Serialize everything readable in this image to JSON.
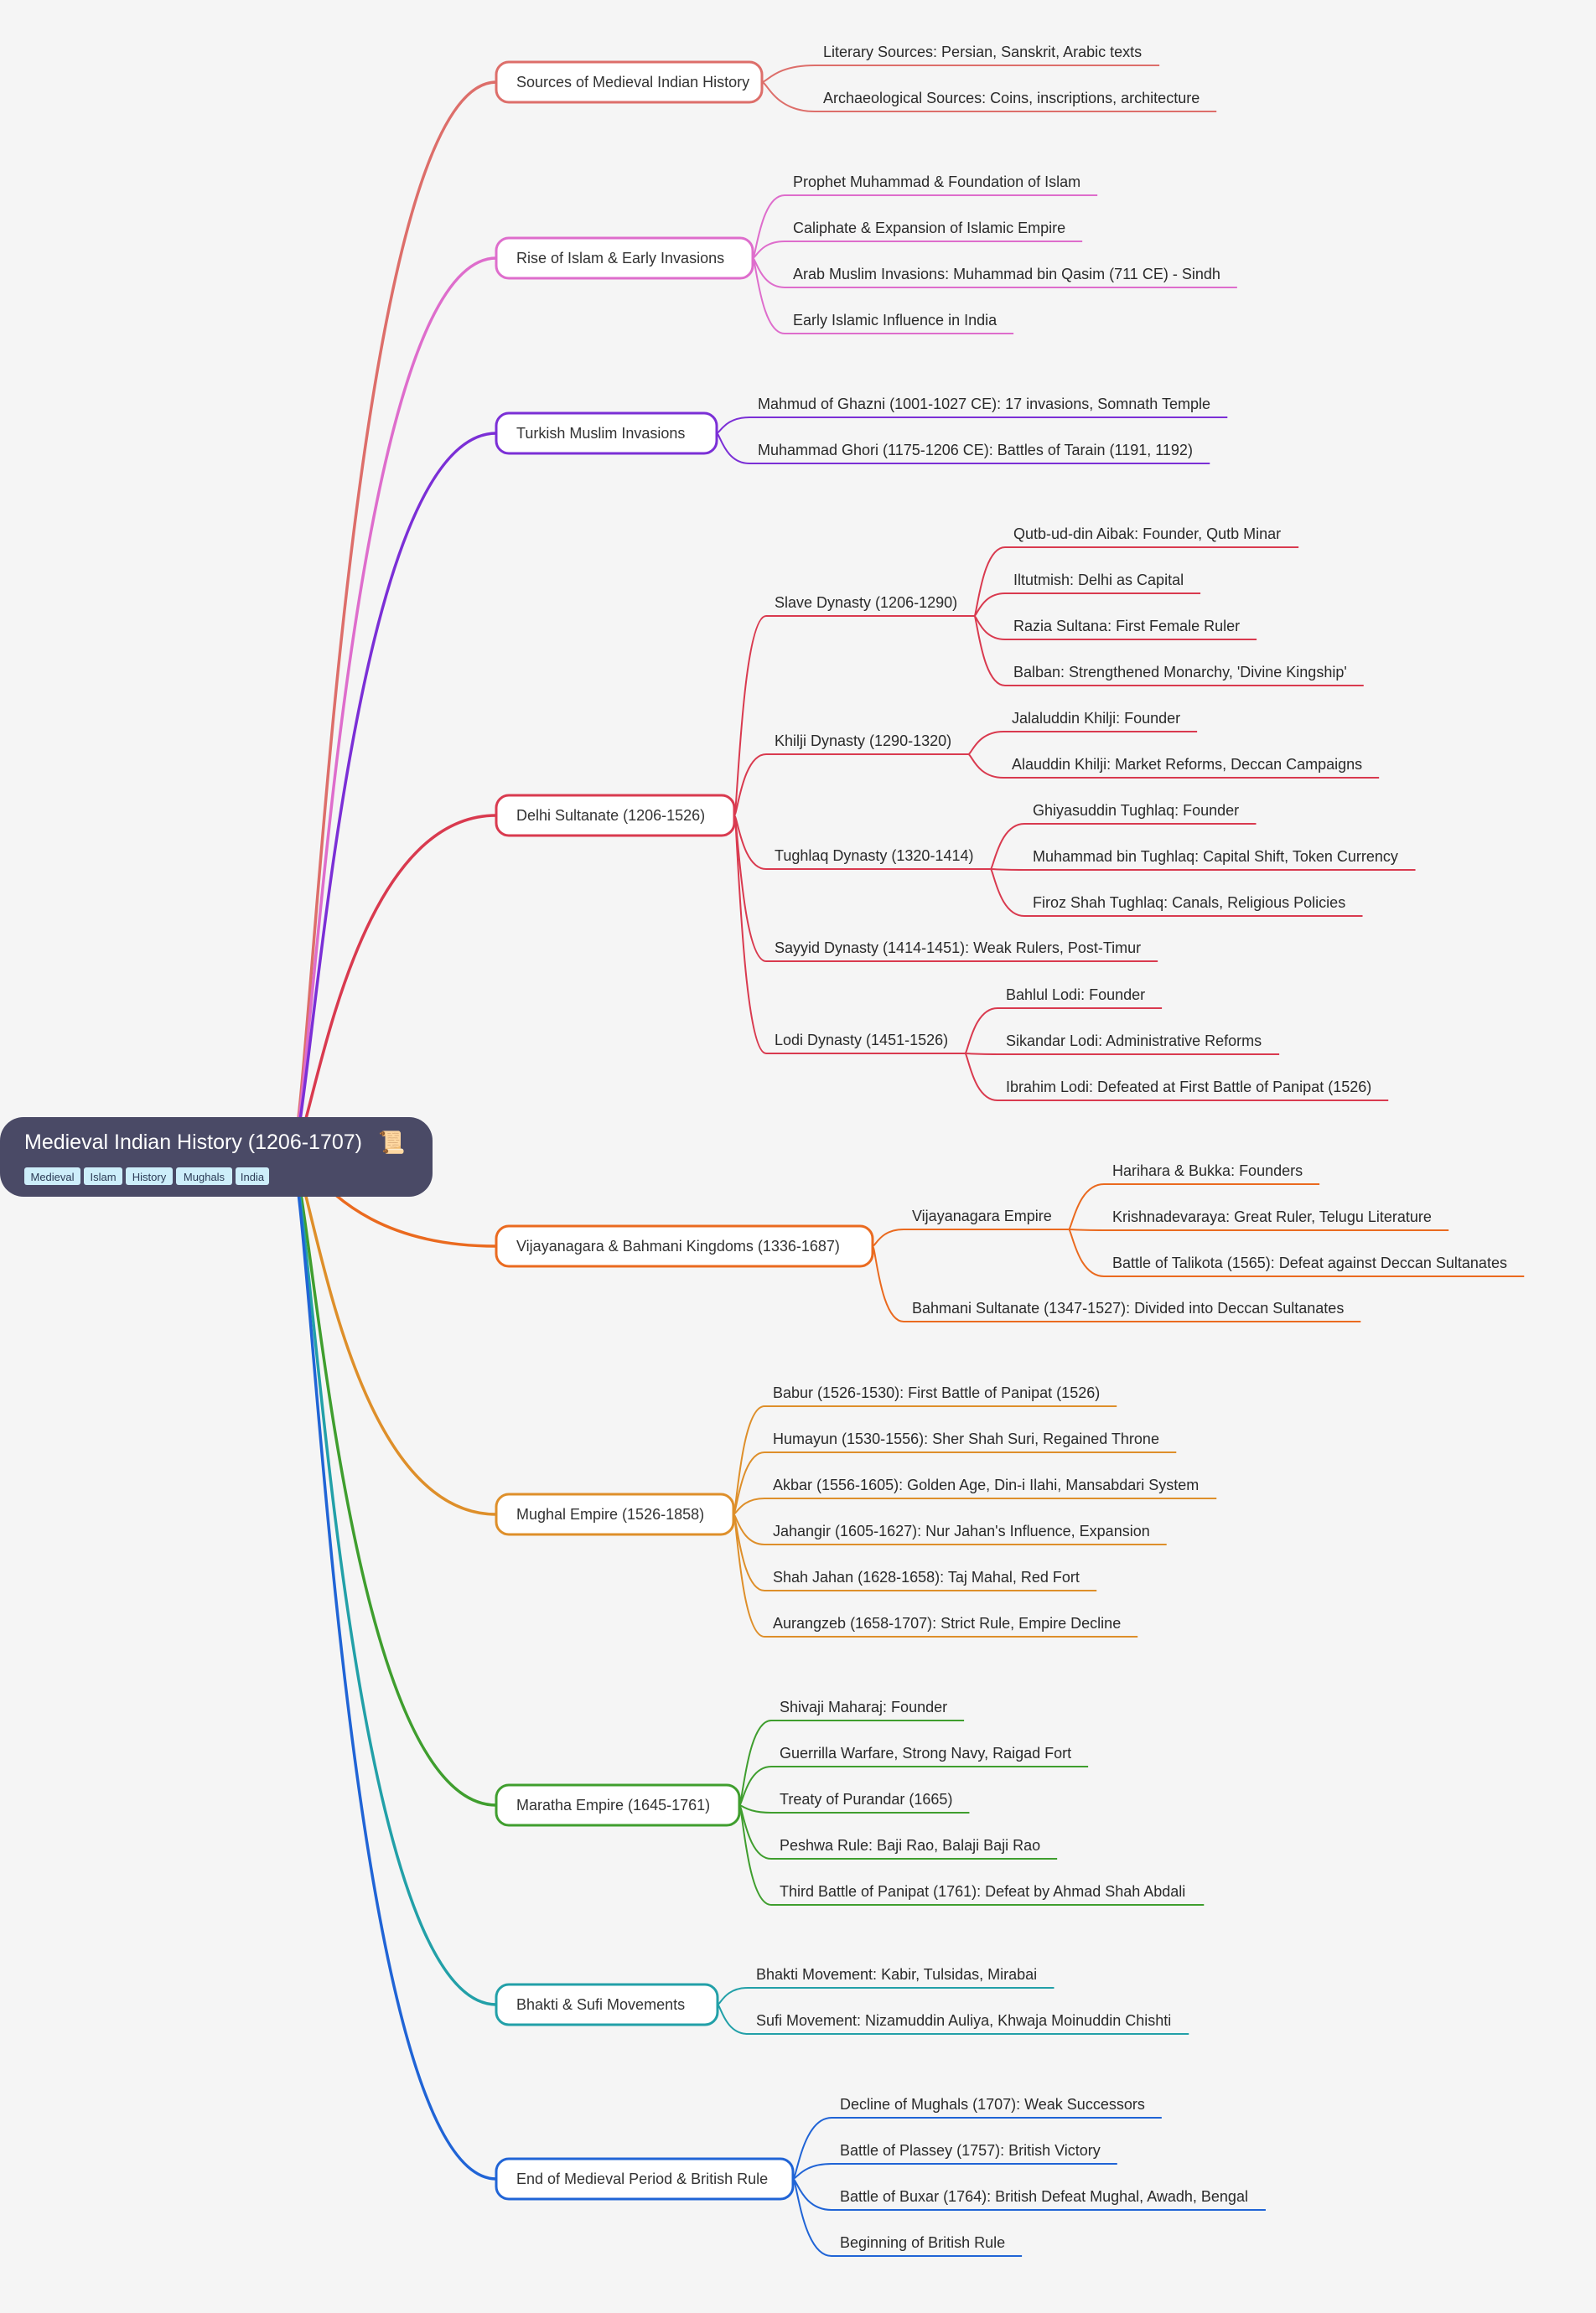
{
  "root": {
    "title": "Medieval Indian History (1206-1707)",
    "emoji": "📜",
    "tags": [
      "Medieval",
      "Islam",
      "History",
      "Mughals",
      "India"
    ]
  },
  "branches": [
    {
      "label": "Sources of Medieval Indian History",
      "color": "#dd6e6a",
      "children": [
        {
          "label": "Literary Sources: Persian, Sanskrit, Arabic texts"
        },
        {
          "label": "Archaeological Sources: Coins, inscriptions, architecture"
        }
      ]
    },
    {
      "label": "Rise of Islam & Early Invasions",
      "color": "#de6dcc",
      "children": [
        {
          "label": "Prophet Muhammad & Foundation of Islam"
        },
        {
          "label": "Caliphate & Expansion of Islamic Empire"
        },
        {
          "label": "Arab Muslim Invasions: Muhammad bin Qasim (711 CE) - Sindh"
        },
        {
          "label": "Early Islamic Influence in India"
        }
      ]
    },
    {
      "label": "Turkish Muslim Invasions",
      "color": "#7b2fd6",
      "children": [
        {
          "label": "Mahmud of Ghazni (1001-1027 CE): 17 invasions, Somnath Temple"
        },
        {
          "label": "Muhammad Ghori (1175-1206 CE): Battles of Tarain (1191, 1192)"
        }
      ]
    },
    {
      "label": "Delhi Sultanate (1206-1526)",
      "color": "#d93a4f",
      "children": [
        {
          "label": "Slave Dynasty (1206-1290)",
          "children": [
            {
              "label": "Qutb-ud-din Aibak: Founder, Qutb Minar"
            },
            {
              "label": "Iltutmish: Delhi as Capital"
            },
            {
              "label": "Razia Sultana: First Female Ruler"
            },
            {
              "label": "Balban: Strengthened Monarchy, 'Divine Kingship'"
            }
          ]
        },
        {
          "label": "Khilji Dynasty (1290-1320)",
          "children": [
            {
              "label": "Jalaluddin Khilji: Founder"
            },
            {
              "label": "Alauddin Khilji: Market Reforms, Deccan Campaigns"
            }
          ]
        },
        {
          "label": "Tughlaq Dynasty (1320-1414)",
          "children": [
            {
              "label": "Ghiyasuddin Tughlaq: Founder"
            },
            {
              "label": "Muhammad bin Tughlaq: Capital Shift, Token Currency"
            },
            {
              "label": "Firoz Shah Tughlaq: Canals, Religious Policies"
            }
          ]
        },
        {
          "label": "Sayyid Dynasty (1414-1451): Weak Rulers, Post-Timur"
        },
        {
          "label": "Lodi Dynasty (1451-1526)",
          "children": [
            {
              "label": "Bahlul Lodi: Founder"
            },
            {
              "label": "Sikandar Lodi: Administrative Reforms"
            },
            {
              "label": "Ibrahim Lodi: Defeated at First Battle of Panipat (1526)"
            }
          ]
        }
      ]
    },
    {
      "label": "Vijayanagara & Bahmani Kingdoms (1336-1687)",
      "color": "#ea6a1f",
      "children": [
        {
          "label": "Vijayanagara Empire",
          "children": [
            {
              "label": "Harihara & Bukka: Founders"
            },
            {
              "label": "Krishnadevaraya: Great Ruler, Telugu Literature"
            },
            {
              "label": "Battle of Talikota (1565): Defeat against Deccan Sultanates"
            }
          ]
        },
        {
          "label": "Bahmani Sultanate (1347-1527): Divided into Deccan Sultanates"
        }
      ]
    },
    {
      "label": "Mughal Empire (1526-1858)",
      "color": "#de8f2a",
      "children": [
        {
          "label": "Babur (1526-1530): First Battle of Panipat (1526)"
        },
        {
          "label": "Humayun (1530-1556): Sher Shah Suri, Regained Throne"
        },
        {
          "label": "Akbar (1556-1605): Golden Age, Din-i Ilahi, Mansabdari System"
        },
        {
          "label": "Jahangir (1605-1627): Nur Jahan's Influence, Expansion"
        },
        {
          "label": "Shah Jahan (1628-1658): Taj Mahal, Red Fort"
        },
        {
          "label": "Aurangzeb (1658-1707): Strict Rule, Empire Decline"
        }
      ]
    },
    {
      "label": "Maratha Empire (1645-1761)",
      "color": "#3f9e2e",
      "children": [
        {
          "label": "Shivaji Maharaj: Founder"
        },
        {
          "label": "Guerrilla Warfare, Strong Navy, Raigad Fort"
        },
        {
          "label": "Treaty of Purandar (1665)"
        },
        {
          "label": "Peshwa Rule: Baji Rao, Balaji Baji Rao"
        },
        {
          "label": "Third Battle of Panipat (1761): Defeat by Ahmad Shah Abdali"
        }
      ]
    },
    {
      "label": "Bhakti & Sufi Movements",
      "color": "#22a0a8",
      "children": [
        {
          "label": "Bhakti Movement: Kabir, Tulsidas, Mirabai"
        },
        {
          "label": "Sufi Movement: Nizamuddin Auliya, Khwaja Moinuddin Chishti"
        }
      ]
    },
    {
      "label": "End of Medieval Period & British Rule",
      "color": "#2064d6",
      "children": [
        {
          "label": "Decline of Mughals (1707): Weak Successors"
        },
        {
          "label": "Battle of Plassey (1757): British Victory"
        },
        {
          "label": "Battle of Buxar (1764): British Defeat Mughal, Awadh, Bengal"
        },
        {
          "label": "Beginning of British Rule"
        }
      ]
    }
  ]
}
